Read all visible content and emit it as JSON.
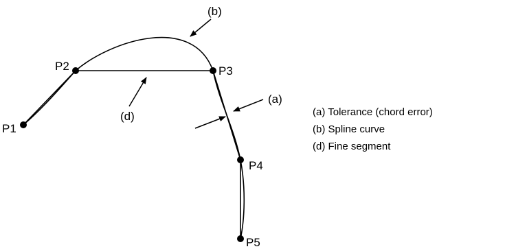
{
  "points": [
    {
      "label": "P1"
    },
    {
      "label": "P2"
    },
    {
      "label": "P3"
    },
    {
      "label": "P4"
    },
    {
      "label": "P5"
    }
  ],
  "callouts": {
    "a": "(a)",
    "b": "(b)",
    "d": "(d)"
  },
  "legend": [
    "(a) Tolerance (chord error)",
    "(b) Spline curve",
    "(d) Fine segment"
  ],
  "colors": {
    "stroke": "#000000",
    "background": "#ffffff"
  }
}
